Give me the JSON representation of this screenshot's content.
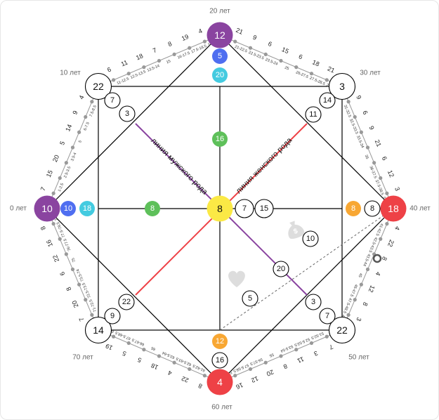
{
  "colors": {
    "purple": "#8a44a0",
    "blue": "#4f6ef0",
    "cyan": "#44cbe0",
    "green": "#5ec05a",
    "yellow": "#fbe945",
    "orange": "#f8a733",
    "red": "#ee4146",
    "line_male": "#8a44a0",
    "line_female": "#ee4146",
    "track": "#999999"
  },
  "age_labels": [
    {
      "id": "age-0",
      "text": "0 лет"
    },
    {
      "id": "age-10",
      "text": "10 лет"
    },
    {
      "id": "age-20",
      "text": "20 лет"
    },
    {
      "id": "age-30",
      "text": "30 лет"
    },
    {
      "id": "age-40",
      "text": "40 лет"
    },
    {
      "id": "age-50",
      "text": "50 лет"
    },
    {
      "id": "age-60",
      "text": "60 лет"
    },
    {
      "id": "age-70",
      "text": "70 лет"
    }
  ],
  "lines": {
    "male": "линия мужского рода",
    "female": "линия женского рода"
  },
  "nodes": [
    {
      "id": "top-main",
      "value": "12",
      "color": "purple",
      "size": "large"
    },
    {
      "id": "top-2",
      "value": "5",
      "color": "blue",
      "size": "small"
    },
    {
      "id": "top-3",
      "value": "20",
      "color": "cyan",
      "size": "small"
    },
    {
      "id": "top-4",
      "value": "16",
      "color": "green",
      "size": "small"
    },
    {
      "id": "left-main",
      "value": "10",
      "color": "purple",
      "size": "large"
    },
    {
      "id": "left-2",
      "value": "10",
      "color": "blue",
      "size": "small"
    },
    {
      "id": "left-3",
      "value": "18",
      "color": "cyan",
      "size": "small"
    },
    {
      "id": "left-4",
      "value": "8",
      "color": "green",
      "size": "small"
    },
    {
      "id": "center",
      "value": "8",
      "color": "yellow",
      "size": "large"
    },
    {
      "id": "center-2",
      "value": "7",
      "color": "white",
      "size": "medium"
    },
    {
      "id": "center-3",
      "value": "15",
      "color": "white",
      "size": "medium"
    },
    {
      "id": "right-main",
      "value": "18",
      "color": "red",
      "size": "large"
    },
    {
      "id": "right-2",
      "value": "8",
      "color": "white",
      "size": "small"
    },
    {
      "id": "right-3",
      "value": "8",
      "color": "orange",
      "size": "small"
    },
    {
      "id": "bottom-main",
      "value": "4",
      "color": "red",
      "size": "large"
    },
    {
      "id": "bottom-2",
      "value": "16",
      "color": "white",
      "size": "small"
    },
    {
      "id": "bottom-3",
      "value": "12",
      "color": "orange",
      "size": "small"
    },
    {
      "id": "tl-main",
      "value": "22",
      "color": "white",
      "size": "large"
    },
    {
      "id": "tl-2",
      "value": "7",
      "color": "white",
      "size": "small"
    },
    {
      "id": "tl-3",
      "value": "3",
      "color": "white",
      "size": "small"
    },
    {
      "id": "tr-main",
      "value": "3",
      "color": "white",
      "size": "large"
    },
    {
      "id": "tr-2",
      "value": "14",
      "color": "white",
      "size": "small"
    },
    {
      "id": "tr-3",
      "value": "11",
      "color": "white",
      "size": "small"
    },
    {
      "id": "br-main",
      "value": "22",
      "color": "white",
      "size": "large"
    },
    {
      "id": "br-2",
      "value": "7",
      "color": "white",
      "size": "small"
    },
    {
      "id": "br-3",
      "value": "3",
      "color": "white",
      "size": "small"
    },
    {
      "id": "bl-main",
      "value": "14",
      "color": "white",
      "size": "large"
    },
    {
      "id": "bl-2",
      "value": "9",
      "color": "white",
      "size": "small"
    },
    {
      "id": "bl-3",
      "value": "22",
      "color": "white",
      "size": "small"
    },
    {
      "id": "money-1",
      "value": "10",
      "color": "white",
      "size": "small"
    },
    {
      "id": "money-2",
      "value": "20",
      "color": "white",
      "size": "small"
    },
    {
      "id": "money-3",
      "value": "5",
      "color": "white",
      "size": "small"
    }
  ],
  "segments": [
    {
      "id": "seg-0-10",
      "values": [
        "7",
        "15",
        "20",
        "5",
        "14",
        "9",
        "4"
      ],
      "ranges": [
        "1-2.5",
        "2.5-3.5",
        "3.5-4",
        "5",
        "6-7.5",
        "7.5-8.5",
        "8.5-9"
      ]
    },
    {
      "id": "seg-10-20",
      "values": [
        "6",
        "11",
        "18",
        "7",
        "8",
        "19",
        "4"
      ],
      "ranges": [
        "11-12.5",
        "12.5-13.5",
        "13.5-14",
        "15",
        "16-17.5",
        "17.5-18.5",
        "18.5-19"
      ]
    },
    {
      "id": "seg-20-30",
      "values": [
        "21",
        "9",
        "6",
        "15",
        "6",
        "18",
        "21"
      ],
      "ranges": [
        "21-22.5",
        "22.5-23.5",
        "23.5-24",
        "25",
        "26-27.5",
        "27.5-28.5",
        "28.5-29"
      ]
    },
    {
      "id": "seg-30-40",
      "values": [
        "9",
        "6",
        "9",
        "21",
        "6",
        "12",
        "3"
      ],
      "ranges": [
        "31-32.5",
        "32.5-33.5",
        "33.5-34",
        "35",
        "36-37.5",
        "37.5-38.5",
        "38.5-39"
      ]
    },
    {
      "id": "seg-40-50",
      "values": [
        "4",
        "22",
        "8",
        "4",
        "12",
        "8",
        "3"
      ],
      "ranges": [
        "41-42.5",
        "42.5-43.5",
        "43.5-44",
        "45",
        "46-47.5",
        "47.5-48.5",
        "48.5-49"
      ]
    },
    {
      "id": "seg-50-60",
      "values": [
        "7",
        "3",
        "11",
        "8",
        "20",
        "12",
        "16"
      ],
      "ranges": [
        "51-52.5",
        "52.5-53.5",
        "53.5-54",
        "55",
        "56-57.5",
        "57.5-58.5",
        "58.5-59"
      ]
    },
    {
      "id": "seg-60-70",
      "values": [
        "8",
        "22",
        "4",
        "18",
        "5",
        "5",
        "19"
      ],
      "ranges": [
        "61-62.5",
        "62.5-63.5",
        "63.5-64",
        "65",
        "66-67.5",
        "67.5-68.5",
        "68.5-69"
      ]
    },
    {
      "id": "seg-70-80",
      "values": [
        "7",
        "20",
        "8",
        "6",
        "22",
        "16",
        "8"
      ],
      "ranges": [
        "71-72.5",
        "72.5-73.5",
        "73.5-74",
        "75",
        "76-77.5",
        "77.5-78.5",
        "78.5-79"
      ]
    }
  ],
  "icons": [
    "heart-icon",
    "money-bag-icon",
    "current-age-marker-icon"
  ]
}
